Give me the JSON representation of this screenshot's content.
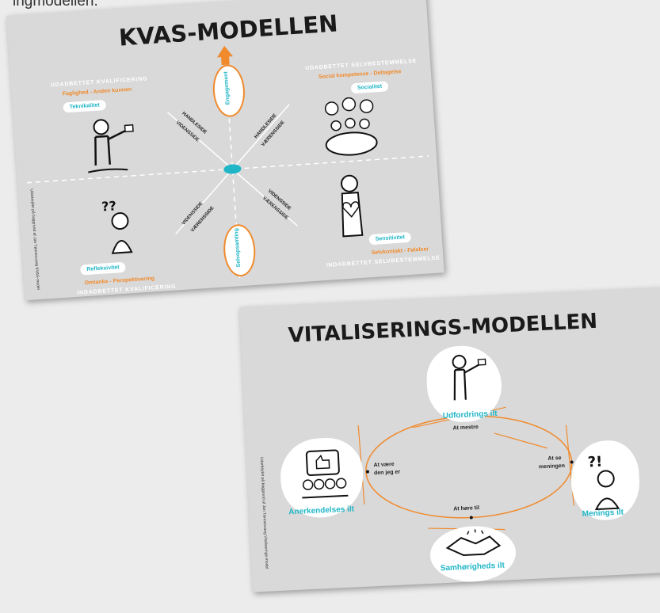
{
  "caption_fragment": "ingmodellen.",
  "kvas": {
    "title": "KVAS-MODELLEN",
    "top": "Engagement",
    "bottom": "Selvopsamling",
    "tl": {
      "heading": "UDADBETTET KVALIFICERING",
      "sub": "Faglighed - Anden kunnen",
      "pill": "Teknikalitet"
    },
    "tr": {
      "heading": "UDADBETTET SELVBESTEMMELSE",
      "sub": "Social kompetence - Deltagelse",
      "pill": "Socialitet"
    },
    "bl": {
      "pill": "Refleksivitet",
      "sub": "Omtanke - Perspektivering",
      "heading": "INDADBETTET KVALIFICERING"
    },
    "br": {
      "pill": "Sensitivitet",
      "sub": "Selvkontakt - Følelser",
      "heading": "INDADBETTET SELVBESTEMMELSE"
    },
    "axis_labels": {
      "ul_a": "HANDLESIDE",
      "ul_b": "VIDENSSIDE",
      "ur_a": "HANDLESIDE",
      "ur_b": "VÆRENSSIDE",
      "ll_a": "VIDENSSIDE",
      "ll_b": "VÆRENSSIDE",
      "lr_a": "VIDENSSIDE",
      "lr_b": "VÆRENSSIDE"
    },
    "side_note": "Udarbejdet på baggrund af Jan Tønnesvang KVAS-model"
  },
  "vital": {
    "title": "VITALISERINGS-MODELLEN",
    "top_label": "Udfordrings ilt",
    "left_label": "Anerkendelses ilt",
    "right_label": "Menings ilt",
    "bottom_label": "Samhørigheds ilt",
    "pt_top": "At mestre",
    "pt_left_1": "At være",
    "pt_left_2": "den jeg er",
    "pt_right_1": "At se",
    "pt_right_2": "meningen",
    "pt_bottom": "At høre til",
    "side_note": "Udarbejdet på baggrund af Jan Tønnesvang Vitaliserings-model"
  },
  "colors": {
    "accent": "#f08a2c",
    "teal": "#20b6c6",
    "card": "#d9d9d9"
  }
}
